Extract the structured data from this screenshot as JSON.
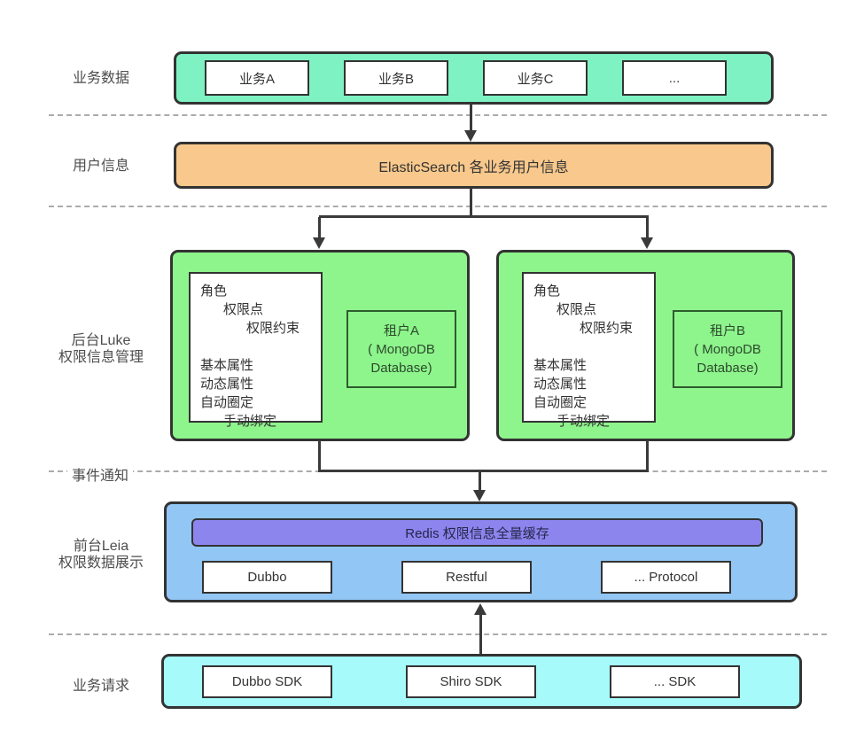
{
  "colors": {
    "mint": "#7EF2C3",
    "orange": "#F8C88C",
    "green": "#8EF58C",
    "blue": "#92C6F5",
    "purple": "#8D85EE",
    "cyan": "#A6FAFA",
    "stroke": "#333333",
    "tenant_border": "#2E5C2E",
    "dash": "#ABABAB",
    "label_text": "#4D4D4D"
  },
  "rows": {
    "business_data": {
      "label": "业务数据",
      "items": [
        "业务A",
        "业务B",
        "业务C",
        "..."
      ]
    },
    "user_info": {
      "label": "用户信息",
      "box_label": "ElasticSearch 各业务用户信息"
    },
    "backend": {
      "label_lines": [
        "后台Luke",
        "权限信息管理"
      ],
      "panels": [
        {
          "list": [
            {
              "text": "角色",
              "indent": 0
            },
            {
              "text": "权限点",
              "indent": 1
            },
            {
              "text": "权限约束",
              "indent": 2
            },
            {
              "text": "",
              "indent": 0
            },
            {
              "text": "基本属性",
              "indent": 0
            },
            {
              "text": "动态属性",
              "indent": 0
            },
            {
              "text": "自动圈定",
              "indent": 0
            },
            {
              "text": "手动绑定",
              "indent": 1
            }
          ],
          "tenant_lines": [
            "租户A",
            "( MongoDB",
            "Database)"
          ]
        },
        {
          "list": [
            {
              "text": "角色",
              "indent": 0
            },
            {
              "text": "权限点",
              "indent": 1
            },
            {
              "text": "权限约束",
              "indent": 2
            },
            {
              "text": "",
              "indent": 0
            },
            {
              "text": "基本属性",
              "indent": 0
            },
            {
              "text": "动态属性",
              "indent": 0
            },
            {
              "text": "自动圈定",
              "indent": 0
            },
            {
              "text": "手动绑定",
              "indent": 1
            }
          ],
          "tenant_lines": [
            "租户B",
            "( MongoDB",
            "Database)"
          ]
        }
      ]
    },
    "event": {
      "label": "事件通知"
    },
    "frontend": {
      "label_lines": [
        "前台Leia",
        "权限数据展示"
      ],
      "cache_label": "Redis 权限信息全量缓存",
      "protocols": [
        "Dubbo",
        "Restful",
        "... Protocol"
      ]
    },
    "business_request": {
      "label": "业务请求",
      "items": [
        "Dubbo SDK",
        "Shiro SDK",
        "... SDK"
      ]
    }
  }
}
